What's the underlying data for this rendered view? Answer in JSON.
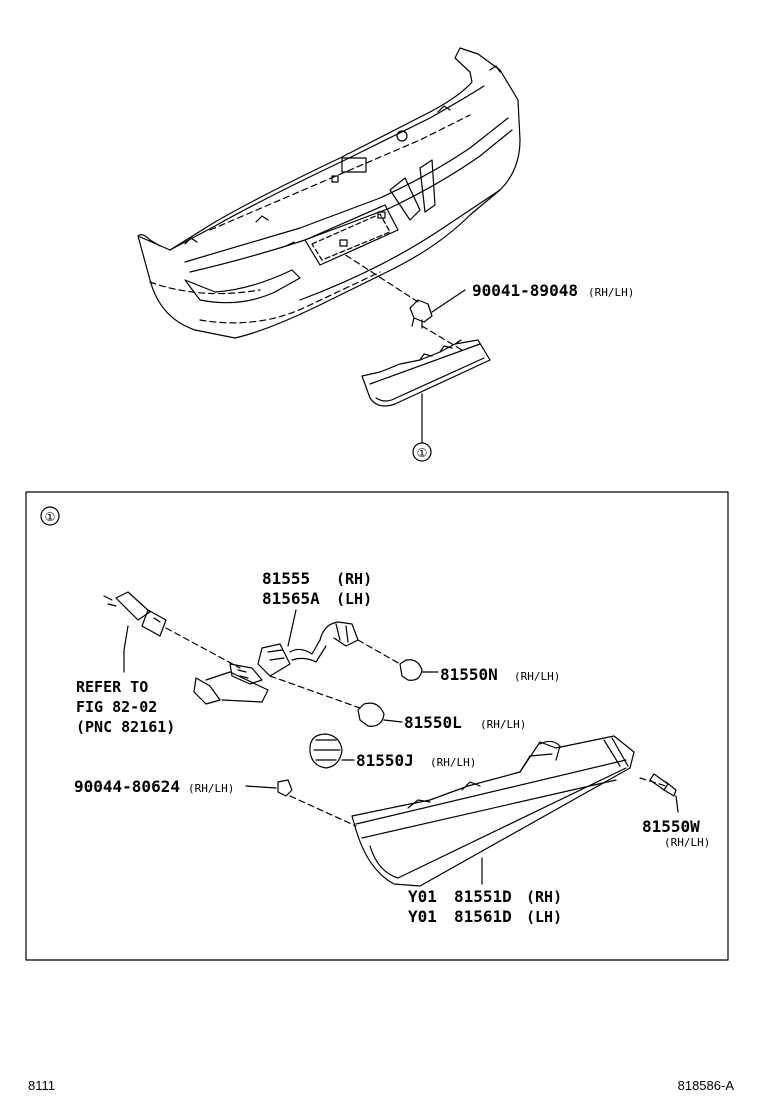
{
  "top": {
    "clip_part": "90041-89048",
    "clip_side": "(RH/LH)",
    "callout": "①"
  },
  "detail": {
    "callout": "①",
    "socket_rh": "81555",
    "socket_rh_side": "(RH)",
    "socket_lh": "81565A",
    "socket_lh_side": "(LH)",
    "refer_line1": "REFER TO",
    "refer_line2": "FIG 82-02",
    "refer_line3": "(PNC 82161)",
    "bulb_n": "81550N",
    "bulb_n_side": "(RH/LH)",
    "bulb_l": "81550L",
    "bulb_l_side": "(RH/LH)",
    "socket_j": "81550J",
    "socket_j_side": "(RH/LH)",
    "screw_left": "90044-80624",
    "screw_left_side": "(RH/LH)",
    "screw_right": "81550W",
    "screw_right_side": "(RH/LH)",
    "lens_rh_prefix": "Y01",
    "lens_rh": "81551D",
    "lens_rh_side": "(RH)",
    "lens_lh_prefix": "Y01",
    "lens_lh": "81561D",
    "lens_lh_side": "(LH)"
  },
  "footer": {
    "left_code": "8111",
    "right_code": "818586-A"
  }
}
